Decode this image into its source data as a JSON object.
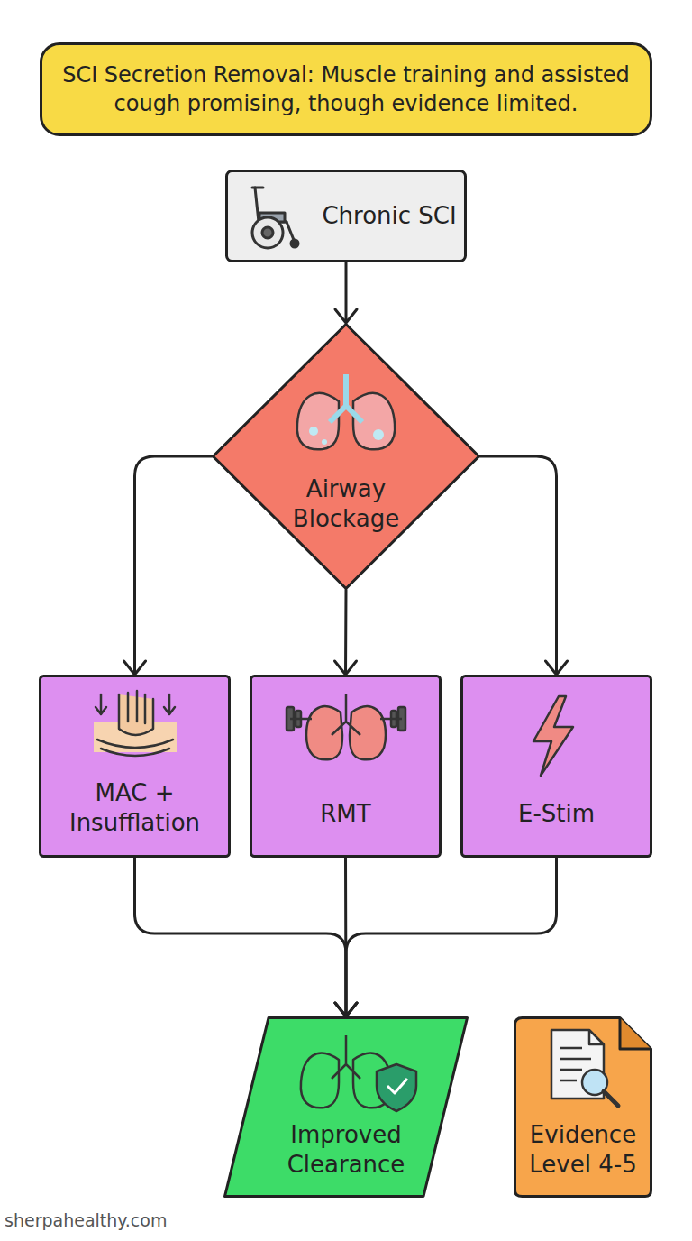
{
  "diagram": {
    "title": "SCI Secretion Removal: Muscle training and assisted cough promising, though evidence limited.",
    "nodes": [
      {
        "text": [
          "Chronic SCI"
        ]
      },
      {
        "text": [
          "Airway Blockage"
        ]
      },
      {
        "text": [
          "MAC + Insufflation"
        ]
      },
      {
        "text": [
          "RMT"
        ]
      },
      {
        "text": [
          "E-Stim"
        ]
      },
      {
        "text": [
          "Improved Clearance"
        ]
      },
      {
        "text": [
          "Evidence Level 4-5"
        ]
      }
    ],
    "edges": [
      {
        "from": 0,
        "to": 1,
        "arrow": "to"
      },
      {
        "from": 1,
        "to": 2,
        "arrow": "to"
      },
      {
        "from": 1,
        "to": 3,
        "arrow": "to"
      },
      {
        "from": 1,
        "to": 4,
        "arrow": "to"
      },
      {
        "from": 2,
        "to": 5,
        "arrow": "to"
      },
      {
        "from": 3,
        "to": 5,
        "arrow": "to"
      },
      {
        "from": 4,
        "to": 5,
        "arrow": "to"
      }
    ],
    "labels": [
      "sherpahealthy.com"
    ]
  }
}
